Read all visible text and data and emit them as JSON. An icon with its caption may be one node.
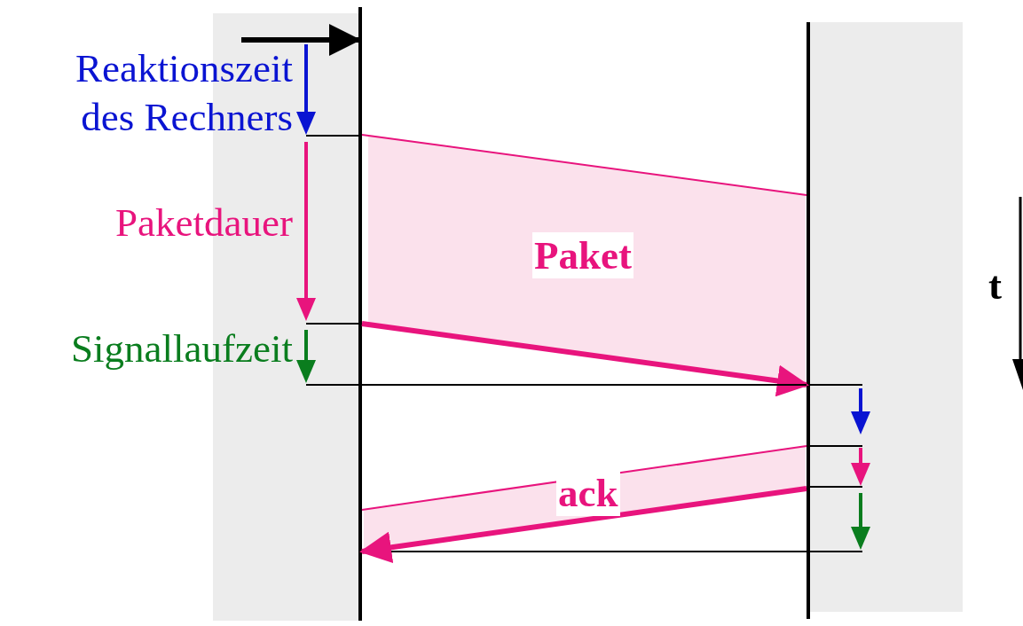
{
  "diagram": {
    "nodes": [
      {
        "text": [],
        "shape": "bar"
      },
      {
        "text": [],
        "shape": "bar"
      }
    ],
    "edges": [
      {
        "from": null,
        "to": 0,
        "arrow": "to",
        "style": "thick",
        "color": "#000000"
      },
      {
        "from": 0,
        "to": 1,
        "arrow": "to",
        "style": "thick",
        "color": "#e8147d"
      },
      {
        "from": 1,
        "to": 0,
        "arrow": "to",
        "style": "thick",
        "color": "#e8147d"
      },
      {
        "from": 0,
        "to": 1,
        "arrow": "none",
        "color": "#e8147d"
      },
      {
        "from": 0,
        "to": 1,
        "arrow": "none",
        "color": "#000000"
      },
      {
        "from": 1,
        "to": 0,
        "arrow": "none",
        "color": "#e8147d"
      }
    ],
    "labels": [
      "Reaktionszeit des Rechners",
      "Paketdauer",
      "Signallaufzeit",
      "Paket",
      "ack",
      "t"
    ]
  }
}
